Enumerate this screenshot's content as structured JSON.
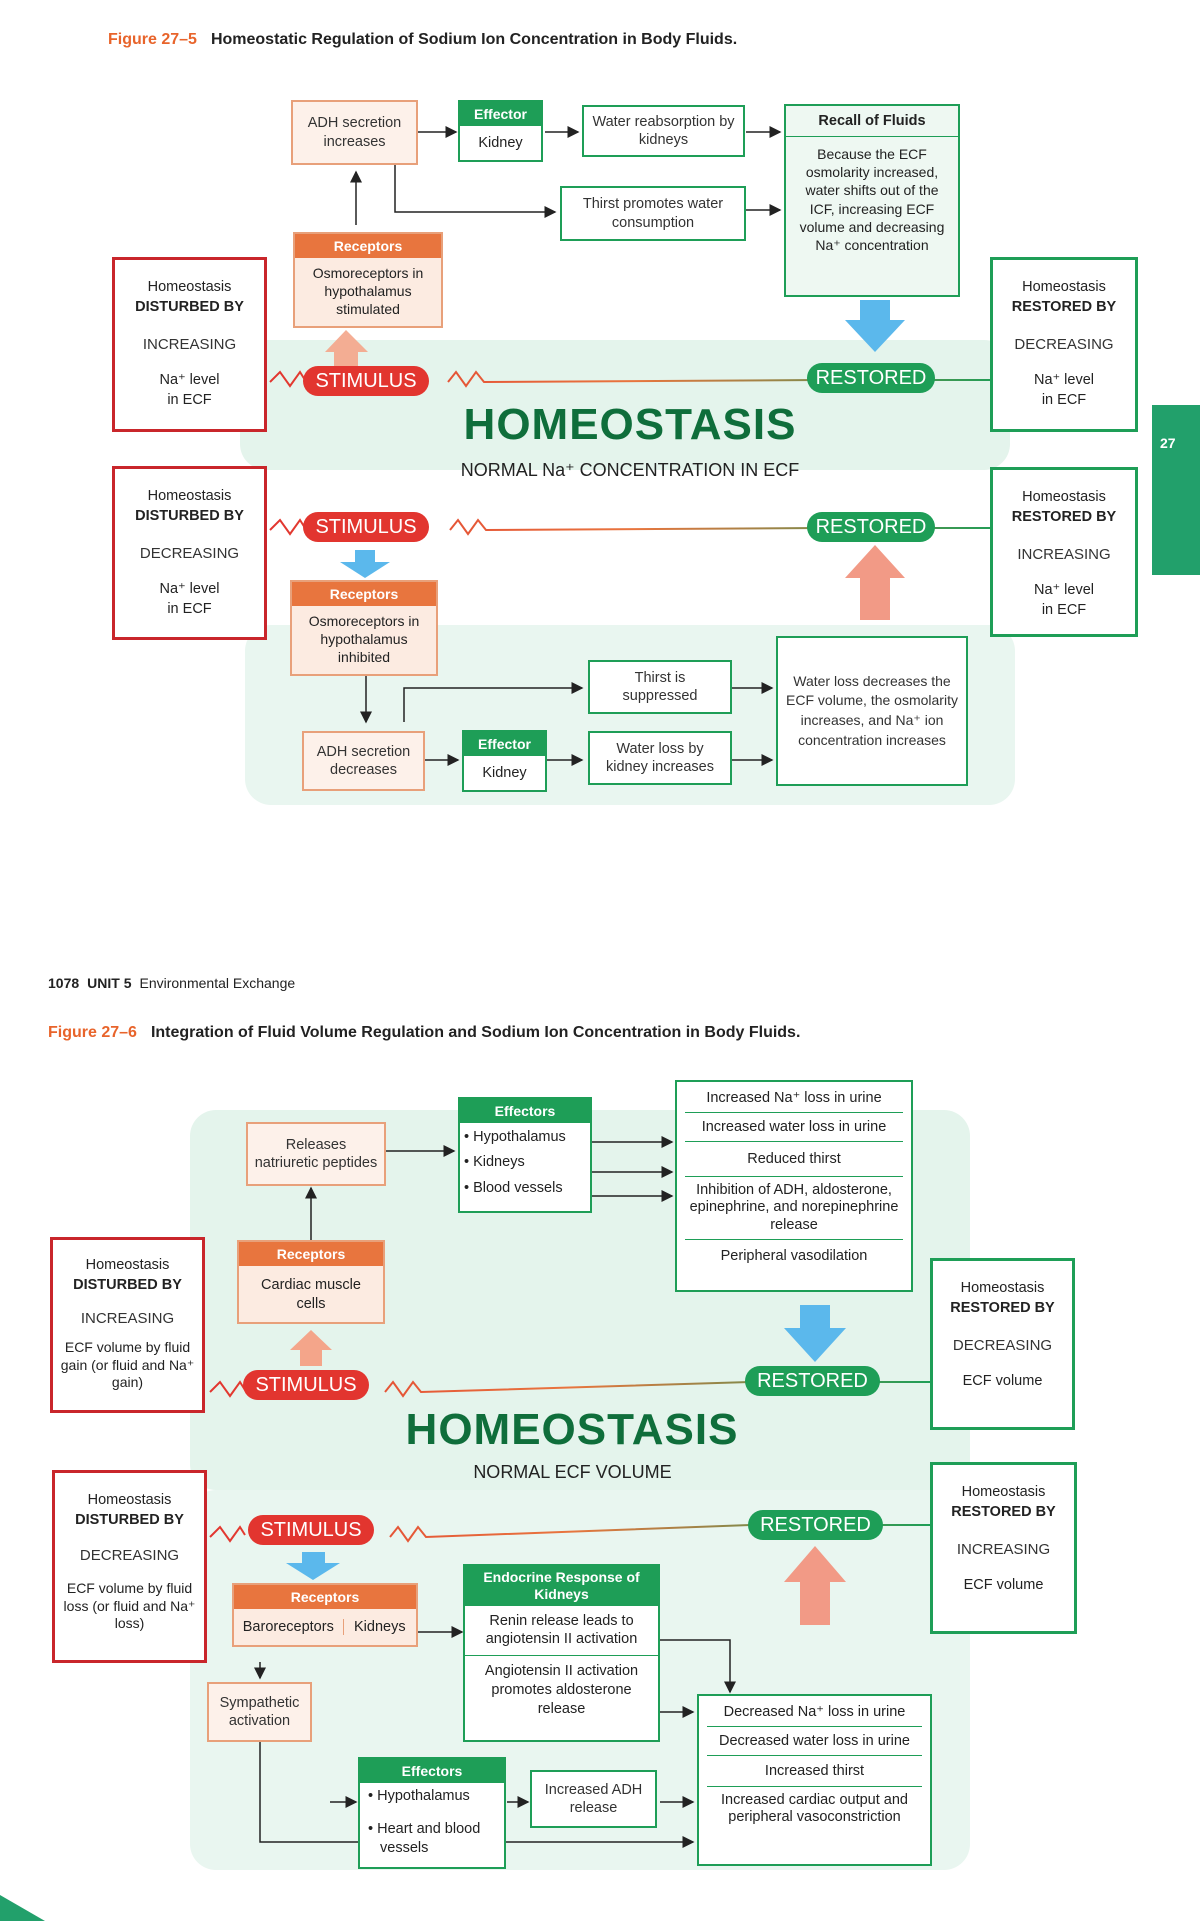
{
  "fig1": {
    "num": "Figure 27–5",
    "title": "Homeostatic Regulation of Sodium Ion Concentration in Body Fluids.",
    "adh_increases": "ADH secretion increases",
    "effector_hdr": "Effector",
    "kidney": "Kidney",
    "water_reabsorption": "Water reabsorption by kidneys",
    "thirst_promotes": "Thirst promotes water consumption",
    "recall_hdr": "Recall of Fluids",
    "recall_body": "Because the ECF osmolarity increased, water shifts out of the ICF, increasing ECF volume and decreasing Na⁺ concentration",
    "receptors_hdr": "Receptors",
    "osmo_stimulated": "Osmoreceptors in hypothalamus stimulated",
    "dist_inc": {
      "line1": "Homeostasis",
      "line2": "DISTURBED BY",
      "dir": "INCREASING",
      "line3": "Na⁺ level",
      "line4": "in ECF"
    },
    "rest_dec": {
      "line1": "Homeostasis",
      "line2": "RESTORED BY",
      "dir": "DECREASING",
      "line3": "Na⁺ level",
      "line4": "in ECF"
    },
    "stimulus": "STIMULUS",
    "restored": "RESTORED",
    "homeostasis": "HOMEOSTASIS",
    "normal": "NORMAL Na⁺ CONCENTRATION IN ECF",
    "dist_dec": {
      "line1": "Homeostasis",
      "line2": "DISTURBED BY",
      "dir": "DECREASING",
      "line3": "Na⁺ level",
      "line4": "in ECF"
    },
    "rest_inc": {
      "line1": "Homeostasis",
      "line2": "RESTORED BY",
      "dir": "INCREASING",
      "line3": "Na⁺ level",
      "line4": "in ECF"
    },
    "osmo_inhibited": "Osmoreceptors in hypothalamus inhibited",
    "thirst_suppressed": "Thirst is suppressed",
    "adh_decreases": "ADH secretion decreases",
    "water_loss_kidney": "Water loss by kidney increases",
    "water_loss_decreases": "Water loss decreases the ECF volume, the osmolarity increases, and Na⁺ ion concentration increases",
    "tab": "27"
  },
  "page": {
    "number": "1078",
    "unit": "UNIT 5",
    "section": "Environmental Exchange"
  },
  "fig2": {
    "num": "Figure 27–6",
    "title": "Integration of Fluid Volume Regulation and Sodium Ion Concentration in Body Fluids.",
    "releases": "Releases natriuretic peptides",
    "effectors_hdr": "Effectors",
    "effectors_items": [
      "• Hypothalamus",
      "• Kidneys",
      "• Blood vessels"
    ],
    "outcomes_top": [
      "Increased Na⁺ loss in urine",
      "Increased water loss in urine",
      "Reduced thirst",
      "Inhibition of ADH, aldosterone, epinephrine, and norepinephrine release",
      "Peripheral vasodilation"
    ],
    "receptors_hdr": "Receptors",
    "cardiac": "Cardiac muscle cells",
    "dist_inc": {
      "line1": "Homeostasis",
      "line2": "DISTURBED BY",
      "dir": "INCREASING",
      "line3": "ECF volume by fluid gain (or fluid and Na⁺ gain)"
    },
    "rest_dec": {
      "line1": "Homeostasis",
      "line2": "RESTORED BY",
      "dir": "DECREASING",
      "line3": "ECF volume"
    },
    "stimulus": "STIMULUS",
    "restored": "RESTORED",
    "homeostasis": "HOMEOSTASIS",
    "normal": "NORMAL ECF VOLUME",
    "dist_dec": {
      "line1": "Homeostasis",
      "line2": "DISTURBED BY",
      "dir": "DECREASING",
      "line3": "ECF volume by fluid loss (or fluid and Na⁺ loss)"
    },
    "rest_inc": {
      "line1": "Homeostasis",
      "line2": "RESTORED BY",
      "dir": "INCREASING",
      "line3": "ECF volume"
    },
    "baroreceptors": "Baroreceptors",
    "kidneys": "Kidneys",
    "endocrine_hdr": "Endocrine Response of Kidneys",
    "renin": "Renin release leads to angiotensin II activation",
    "angiotensin": "Angiotensin II activation promotes aldosterone release",
    "sympathetic": "Sympathetic activation",
    "effectors2_items": [
      "• Hypothalamus",
      "• Heart and blood vessels"
    ],
    "increased_adh": "Increased ADH release",
    "outcomes_bottom": [
      "Decreased Na⁺ loss in urine",
      "Decreased water loss in urine",
      "Increased thirst",
      "Increased cardiac output and peripheral vasoconstriction"
    ]
  },
  "colors": {
    "green": "#1e9e57",
    "red": "#c9262b",
    "orange": "#e8753e",
    "blue_arrow": "#5bb8ec"
  }
}
